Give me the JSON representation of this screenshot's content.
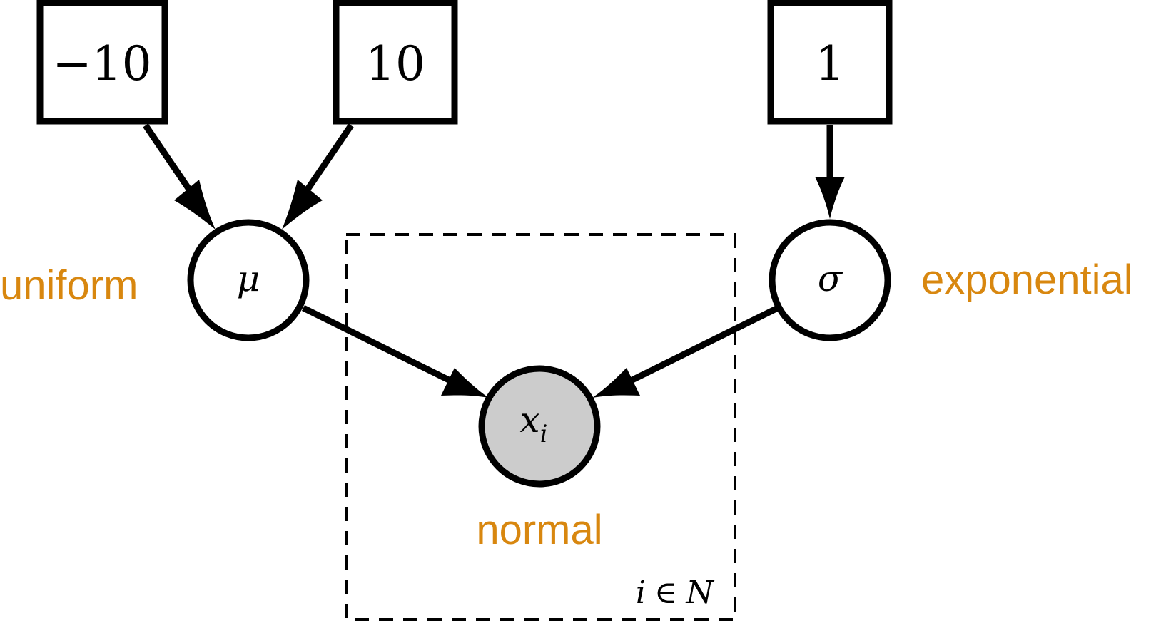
{
  "constants": {
    "lower": "−10",
    "upper": "10",
    "rate": "1"
  },
  "nodes": {
    "mu": {
      "symbol": "μ",
      "distribution": "uniform"
    },
    "sigma": {
      "symbol": "σ",
      "distribution": "exponential"
    },
    "x": {
      "symbol": "x",
      "subscript": "i",
      "distribution": "normal",
      "observed": true
    }
  },
  "plate": {
    "index": "i",
    "relation": "∈",
    "set": "N"
  },
  "colors": {
    "distribution_label": "#d8870f",
    "observed_fill": "#cccccc",
    "stroke": "#000000"
  }
}
